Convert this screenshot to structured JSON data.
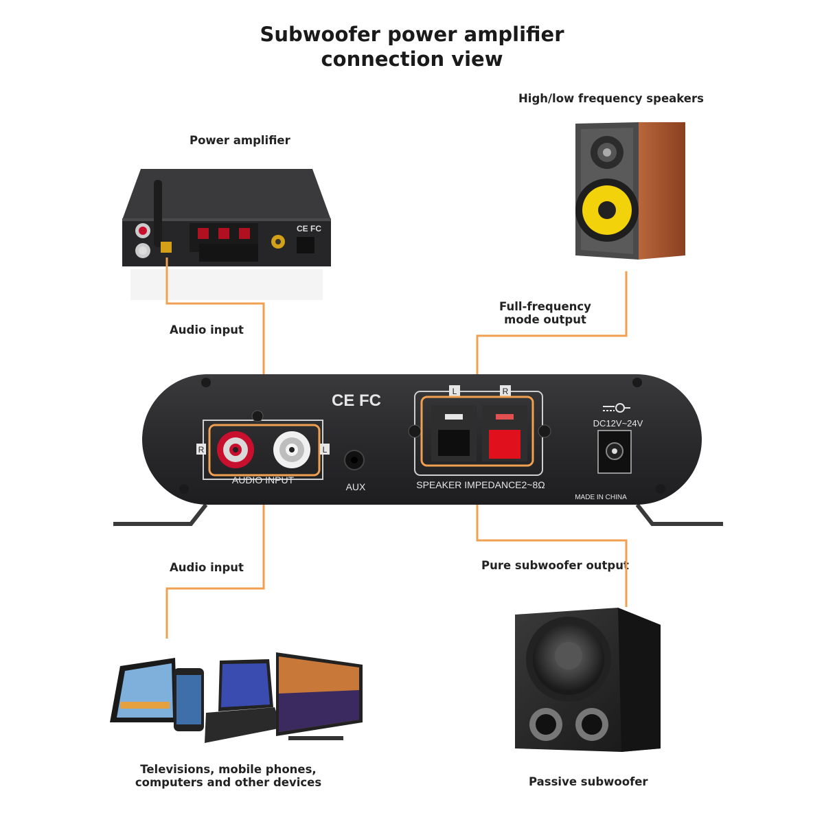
{
  "title_line1": "Subwoofer power amplifier",
  "title_line2": "connection view",
  "labels": {
    "power_amplifier": "Power amplifier",
    "speakers": "High/low frequency speakers",
    "audio_input_top": "Audio input",
    "full_freq": "Full-frequency mode output",
    "audio_input_bottom": "Audio input",
    "pure_sub": "Pure subwoofer output",
    "devices": "Televisions, mobile phones, computers and other devices",
    "passive_sub": "Passive subwoofer"
  },
  "amp_panel": {
    "certification": "CE FC",
    "audio_input": "AUDIO INPUT",
    "r_mark": "R",
    "l_mark": "L",
    "aux": "AUX",
    "speaker_l": "L",
    "speaker_r": "R",
    "impedance": "SPEAKER IMPEDANCE2~8Ω",
    "dc": "DC12V~24V",
    "made_in": "MADE IN CHINA"
  },
  "colors": {
    "line": "#f0a050",
    "panel": "#2b2b2d",
    "rca_red": "#c8102e",
    "speaker_wood": "#a0522d",
    "speaker_cone": "#f2d20a"
  },
  "icons": [
    "power-amplifier-image",
    "bookshelf-speaker-image",
    "devices-image",
    "subwoofer-image",
    "dc-power-symbol-icon"
  ]
}
